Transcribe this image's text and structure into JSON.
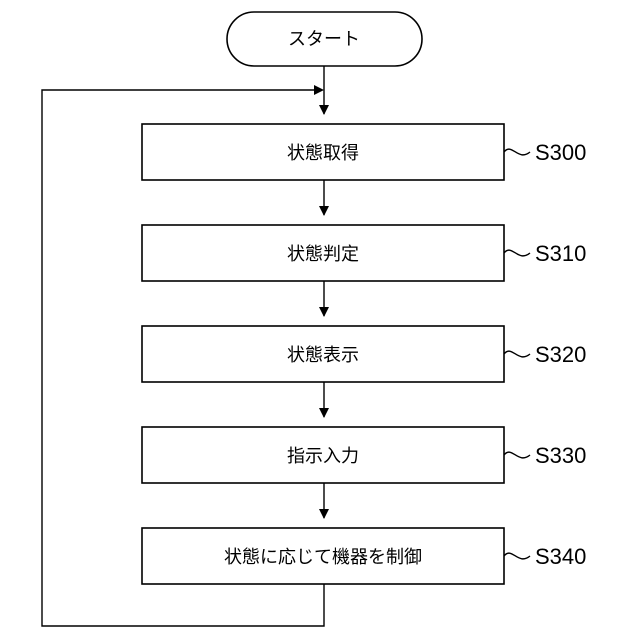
{
  "start": {
    "label": "スタート"
  },
  "steps": [
    {
      "label": "状態取得",
      "ref": "S300"
    },
    {
      "label": "状態判定",
      "ref": "S310"
    },
    {
      "label": "状態表示",
      "ref": "S320"
    },
    {
      "label": "指示入力",
      "ref": "S330"
    },
    {
      "label": "状態に応じて機器を制御",
      "ref": "S340"
    }
  ]
}
